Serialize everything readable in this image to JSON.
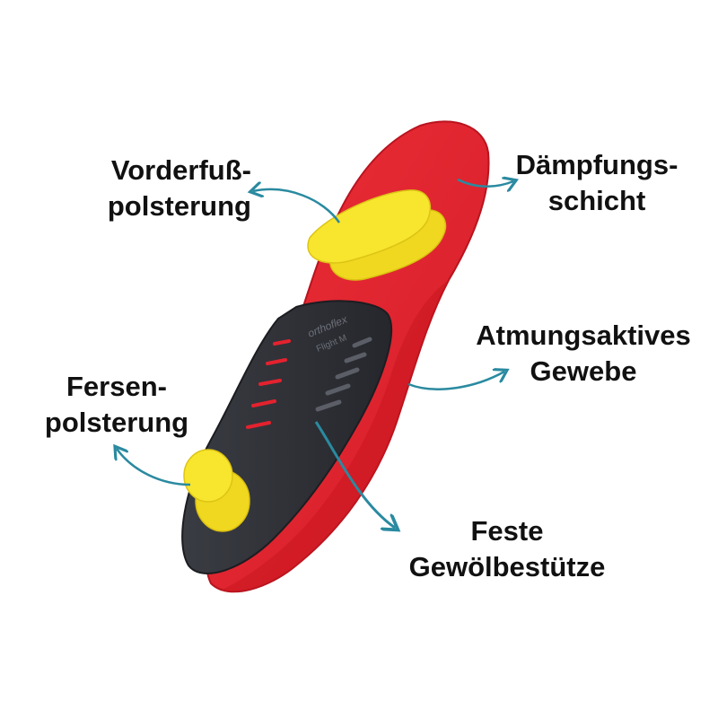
{
  "labels": {
    "forefoot": {
      "line1": "Vorderfuß-",
      "line2": "polsterung"
    },
    "cushioning": {
      "line1": "Dämpfungs-",
      "line2": "schicht"
    },
    "breathable": {
      "line1": "Atmungsaktives",
      "line2": "Gewebe"
    },
    "heel": {
      "line1": "Fersen-",
      "line2": "polsterung"
    },
    "arch": {
      "line1": "Feste",
      "line2": "Gewölbestütze"
    }
  },
  "brand": {
    "line1": "orthoflex",
    "line2": "Flight M"
  },
  "colors": {
    "insole_red": "#e3222e",
    "insole_red_dark": "#b8141f",
    "shell_black": "#2b2d33",
    "pad_yellow": "#f6e22a",
    "arrow_teal": "#2a8aa0",
    "text": "#111111"
  },
  "icons": {
    "arrow": "curved-arrow-icon"
  }
}
